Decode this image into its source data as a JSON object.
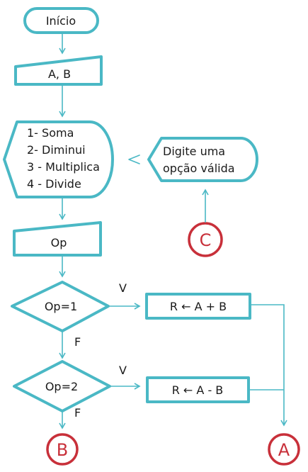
{
  "flowchart": {
    "start": {
      "label": "Início"
    },
    "input_ab": {
      "label": "A, B"
    },
    "menu": {
      "lines": [
        "1- Soma",
        "2- Diminui",
        "3 - Multiplica",
        "4 - Divide"
      ]
    },
    "invalid_msg": {
      "lines": [
        "Digite uma",
        "opção válida"
      ]
    },
    "input_op": {
      "label": "Op"
    },
    "decision1": {
      "label": "Op=1",
      "true_label": "V",
      "false_label": "F"
    },
    "process1": {
      "label": "R ← A + B"
    },
    "decision2": {
      "label": "Op=2",
      "true_label": "V",
      "false_label": "F"
    },
    "process2": {
      "label": "R ← A - B"
    },
    "connectors": {
      "a": "A",
      "b": "B",
      "c": "C"
    }
  },
  "colors": {
    "shape_stroke": "#4ab8c5",
    "connector_stroke": "#c8303a",
    "text": "#1a1a1a"
  }
}
